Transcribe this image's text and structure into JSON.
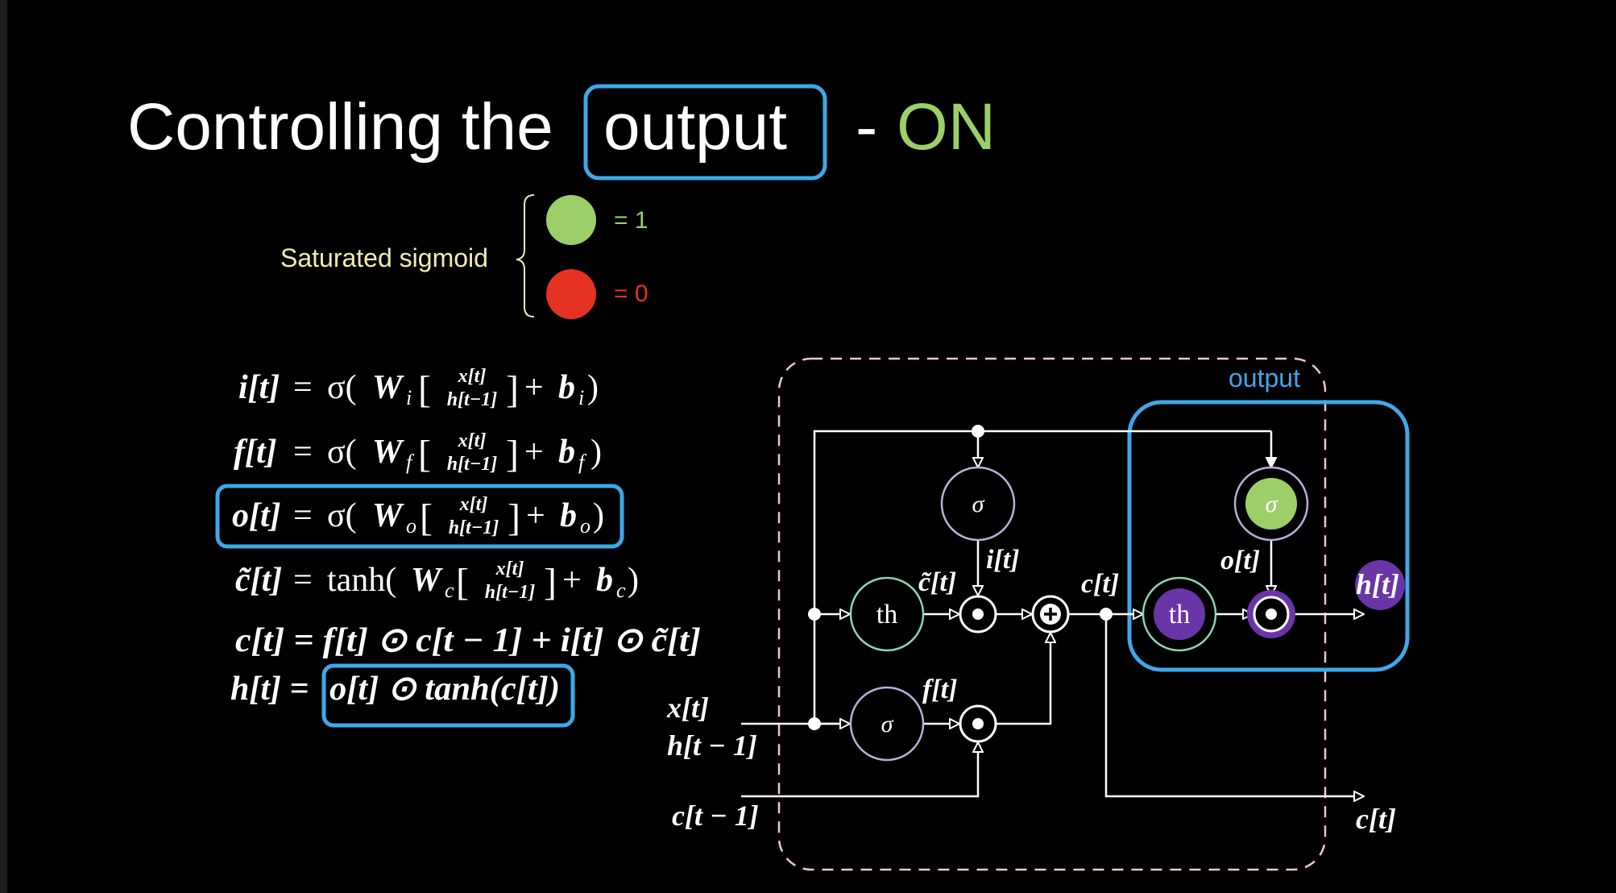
{
  "title": {
    "prefix": "Controlling the",
    "boxed_word": "output",
    "dash": "-",
    "state": "ON"
  },
  "legend": {
    "label": "Saturated sigmoid",
    "on_value": "= 1",
    "off_value": "= 0"
  },
  "equations": [
    {
      "lhs": "i[t]",
      "eq": "=",
      "func": "σ(",
      "weight": "W",
      "sub": "i",
      "stack_top": "x[t]",
      "stack_bottom": "h[t−1]",
      "plus": "+",
      "bias": "b",
      "bias_sub": "i",
      "close": ")"
    },
    {
      "lhs": "f[t]",
      "eq": "=",
      "func": "σ(",
      "weight": "W",
      "sub": "f",
      "stack_top": "x[t]",
      "stack_bottom": "h[t−1]",
      "plus": "+",
      "bias": "b",
      "bias_sub": "f",
      "close": ")"
    },
    {
      "lhs": "o[t]",
      "eq": "=",
      "func": "σ(",
      "weight": "W",
      "sub": "o",
      "stack_top": "x[t]",
      "stack_bottom": "h[t−1]",
      "plus": "+",
      "bias": "b",
      "bias_sub": "o",
      "close": ")"
    },
    {
      "lhs": "c̃[t]",
      "eq": "=",
      "func": "tanh(",
      "weight": "W",
      "sub": "c",
      "stack_top": "x[t]",
      "stack_bottom": "h[t−1]",
      "plus": "+",
      "bias": "b",
      "bias_sub": "c",
      "close": ")"
    }
  ],
  "cell_equation": "c[t] = f[t] ⊙ c[t − 1] + i[t] ⊙ c̃[t]",
  "h_equation": {
    "lhs": "h[t] =",
    "boxed": "o[t] ⊙ tanh(c[t])"
  },
  "diagram": {
    "output_box_label": "output",
    "sigma_symbol": "σ",
    "tanh_label": "th",
    "inputs": {
      "x": "x[t]",
      "h_prev": "h[t − 1]",
      "c_prev": "c[t − 1]"
    },
    "outputs": {
      "h": "h[t]",
      "c": "c[t]"
    },
    "signals": {
      "i": "i[t]",
      "c_tilde": "c̃[t]",
      "c": "c[t]",
      "o": "o[t]",
      "f": "f[t]"
    }
  },
  "colors": {
    "background": "#000000",
    "accent_blue": "#3ea8ea",
    "on_green": "#9ccf6a",
    "off_red": "#e53222",
    "label_yellow": "#f2ecb2",
    "tanh_purple": "#6a35a8",
    "dashed_pink": "#f0c8c8"
  }
}
